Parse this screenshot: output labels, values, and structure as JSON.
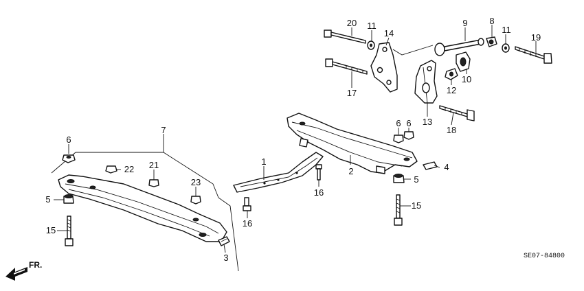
{
  "diagram": {
    "callouts": {
      "c1": "1",
      "c2": "2",
      "c3": "3",
      "c4": "4",
      "c5a": "5",
      "c5b": "5",
      "c6a": "6",
      "c6b": "6",
      "c6c": "6",
      "c7": "7",
      "c8": "8",
      "c9": "9",
      "c10": "10",
      "c11a": "11",
      "c11b": "11",
      "c12": "12",
      "c13": "13",
      "c14": "14",
      "c15a": "15",
      "c15b": "15",
      "c16a": "16",
      "c16b": "16",
      "c17": "17",
      "c18": "18",
      "c19": "19",
      "c20": "20",
      "c21": "21",
      "c22": "22",
      "c23": "23"
    },
    "direction_label": "FR.",
    "diagram_code": "SE07-84800"
  }
}
